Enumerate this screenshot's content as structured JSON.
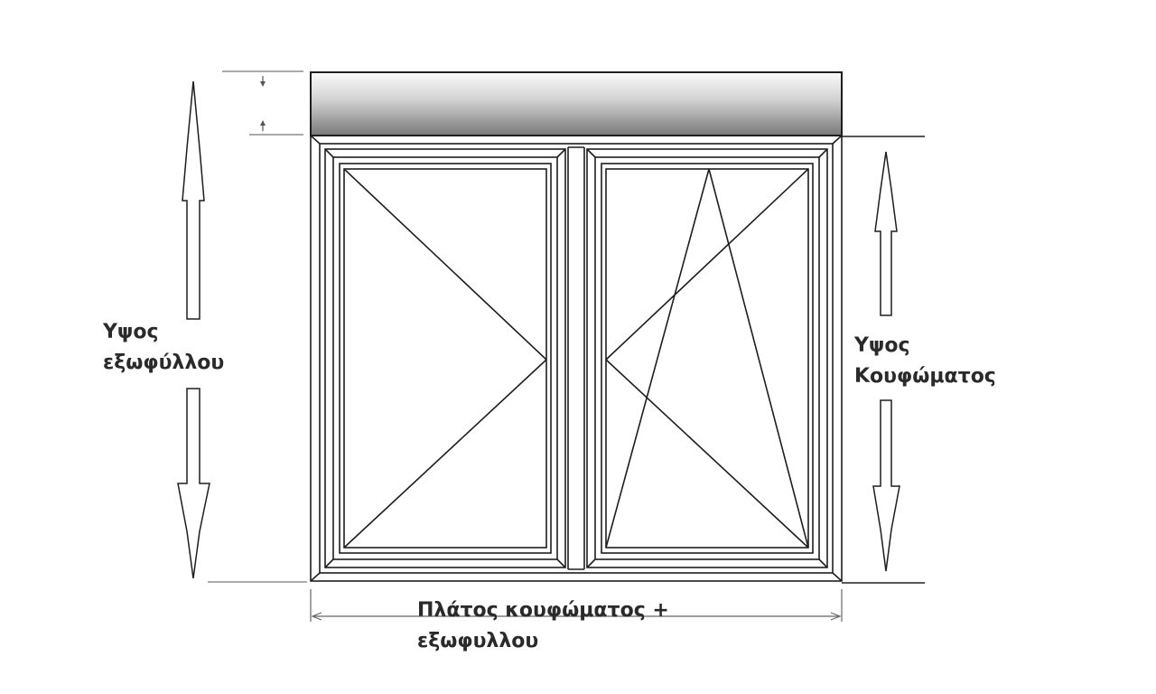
{
  "labels": {
    "shutter_height_line1": "Υψος",
    "shutter_height_line2": "εξωφύλλου",
    "frame_height_line1": "Υψος",
    "frame_height_line2": "Κουφώματος",
    "total_width_line1": "Πλάτος κουφώματος +",
    "total_width_line2": "εξωφυλλου"
  },
  "colors": {
    "line": "#1e1e1e",
    "text": "#2a2a2a",
    "box_top": "#fafafa",
    "box_bottom": "#7c7c7c"
  }
}
